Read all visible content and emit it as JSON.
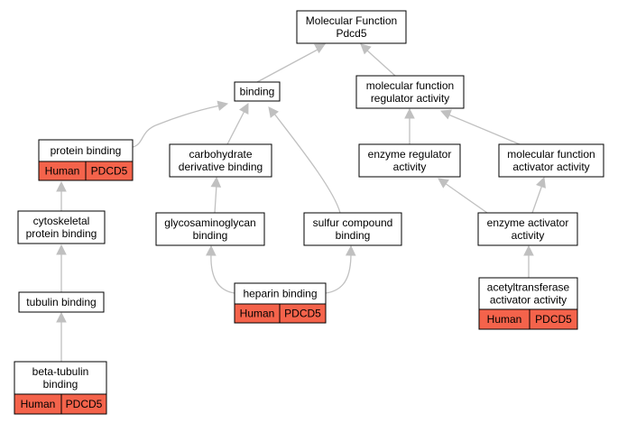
{
  "colors": {
    "annotation_fill": "#f4634b",
    "edge": "#c0c0c0",
    "node_border": "#000000",
    "node_fill": "#ffffff"
  },
  "nodes": [
    {
      "id": "mf",
      "lines": [
        "Molecular Function",
        "Pdcd5"
      ]
    },
    {
      "id": "binding",
      "lines": [
        "binding"
      ]
    },
    {
      "id": "mfra",
      "lines": [
        "molecular function",
        "regulator activity"
      ]
    },
    {
      "id": "pb",
      "lines": [
        "protein binding"
      ],
      "annotation": [
        "Human",
        "PDCD5"
      ]
    },
    {
      "id": "cdb",
      "lines": [
        "carbohydrate",
        "derivative binding"
      ]
    },
    {
      "id": "era",
      "lines": [
        "enzyme regulator",
        "activity"
      ]
    },
    {
      "id": "mfaa",
      "lines": [
        "molecular function",
        "activator activity"
      ]
    },
    {
      "id": "cpb",
      "lines": [
        "cytoskeletal",
        "protein binding"
      ]
    },
    {
      "id": "gagb",
      "lines": [
        "glycosaminoglycan",
        "binding"
      ]
    },
    {
      "id": "scb",
      "lines": [
        "sulfur compound",
        "binding"
      ]
    },
    {
      "id": "eaa",
      "lines": [
        "enzyme activator",
        "activity"
      ]
    },
    {
      "id": "tb",
      "lines": [
        "tubulin binding"
      ]
    },
    {
      "id": "hb",
      "lines": [
        "heparin binding"
      ],
      "annotation": [
        "Human",
        "PDCD5"
      ]
    },
    {
      "id": "ataa",
      "lines": [
        "acetyltransferase",
        "activator activity"
      ],
      "annotation": [
        "Human",
        "PDCD5"
      ]
    },
    {
      "id": "btb",
      "lines": [
        "beta-tubulin",
        "binding"
      ],
      "annotation": [
        "Human",
        "PDCD5"
      ]
    }
  ],
  "edges": [
    {
      "from": "binding",
      "to": "mf"
    },
    {
      "from": "mfra",
      "to": "mf"
    },
    {
      "from": "pb",
      "to": "binding"
    },
    {
      "from": "cdb",
      "to": "binding"
    },
    {
      "from": "scb",
      "to": "binding"
    },
    {
      "from": "era",
      "to": "mfra"
    },
    {
      "from": "mfaa",
      "to": "mfra"
    },
    {
      "from": "cpb",
      "to": "pb"
    },
    {
      "from": "gagb",
      "to": "cdb"
    },
    {
      "from": "eaa",
      "to": "era"
    },
    {
      "from": "eaa",
      "to": "mfaa"
    },
    {
      "from": "tb",
      "to": "cpb"
    },
    {
      "from": "hb",
      "to": "gagb"
    },
    {
      "from": "hb",
      "to": "scb"
    },
    {
      "from": "ataa",
      "to": "eaa"
    },
    {
      "from": "btb",
      "to": "tb"
    }
  ]
}
